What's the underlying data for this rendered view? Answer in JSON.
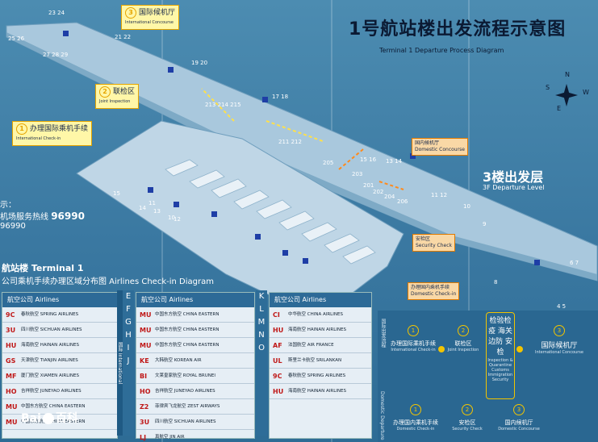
{
  "title": {
    "cn": "1号航站楼出发流程示意图",
    "en": "Terminal 1 Departure Process Diagram"
  },
  "level": {
    "cn": "3楼出发层",
    "en": "3F Departure Level"
  },
  "compass": {
    "north": "N",
    "south": "S",
    "east": "E",
    "west": "W"
  },
  "callouts": {
    "intl_concourse": {
      "num": "3",
      "cn": "国际候机厅",
      "en": "International Concourse"
    },
    "joint_inspection": {
      "num": "2",
      "cn": "联检区",
      "en": "Joint Inspection"
    },
    "intl_checkin": {
      "num": "1",
      "cn": "办理国际乘机手续",
      "en": "International Check-in"
    },
    "domestic_concourse": {
      "cn": "国内候机厅",
      "en": "Domestic Concourse"
    },
    "security": {
      "cn": "安检区",
      "en": "Security Check"
    },
    "domestic_checkin": {
      "cn": "办理国内乘机手续",
      "en": "Domestic Check-in"
    }
  },
  "gates": [
    "23 24",
    "25 26",
    "27 28 29",
    "21 22",
    "19 20",
    "17 18",
    "213 214 215",
    "211 212",
    "205",
    "203",
    "201",
    "202",
    "204",
    "206",
    "15 16",
    "13 14",
    "11 12",
    "10",
    "9",
    "8",
    "6 7",
    "4 5",
    "15",
    "14",
    "13",
    "12",
    "11",
    "10"
  ],
  "hotline": {
    "label": "机场服务热线",
    "number": "96990",
    "number2": "96990",
    "prefix": "示："
  },
  "checkin_diagram": {
    "title_cn": "航站楼  Terminal 1",
    "subtitle": "公司乘机手续办理区域分布图  Airlines Check-in Diagram"
  },
  "airlines_header": "航空公司 Airlines",
  "table1": [
    {
      "code": "9C",
      "name": "春秋航空 SPRING AIRLINES"
    },
    {
      "code": "3U",
      "name": "四川航空 SICHUAN AIRLINES"
    },
    {
      "code": "HU",
      "name": "海南航空 HAINAN AIRLINES"
    },
    {
      "code": "GS",
      "name": "天津航空 TIANJIN AIRLINES"
    },
    {
      "code": "MF",
      "name": "厦门航空 XIAMEN AIRLINES"
    },
    {
      "code": "HO",
      "name": "吉祥航空 JUNEYAO AIRLINES"
    },
    {
      "code": "MU",
      "name": "中国东方航空 CHINA EASTERN"
    },
    {
      "code": "MU",
      "name": "中国东方航空 CHINA EASTERN"
    }
  ],
  "table2": [
    {
      "code": "MU",
      "name": "中国东方航空 CHINA EASTERN"
    },
    {
      "code": "MU",
      "name": "中国东方航空 CHINA EASTERN"
    },
    {
      "code": "MU",
      "name": "中国东方航空 CHINA EASTERN"
    },
    {
      "code": "KE",
      "name": "大韩航空 KOREAN AIR"
    },
    {
      "code": "BI",
      "name": "文莱皇家航空 ROYAL BRUNEI"
    },
    {
      "code": "HO",
      "name": "吉祥航空 JUNEYAO AIRLINES"
    },
    {
      "code": "Z2",
      "name": "菲律宾飞龙航空 ZEST AIRWAYS"
    },
    {
      "code": "3U",
      "name": "四川航空 SICHUAN AIRLINES"
    },
    {
      "code": "LJ",
      "name": "真航空 JIN AIR"
    }
  ],
  "table3": [
    {
      "code": "CI",
      "name": "中华航空 CHINA AIRLINES"
    },
    {
      "code": "HU",
      "name": "海南航空 HAINAN AIRLINES"
    },
    {
      "code": "AF",
      "name": "法国航空 AIR FRANCE"
    },
    {
      "code": "UL",
      "name": "斯里兰卡航空 SRILANKAN"
    },
    {
      "code": "9C",
      "name": "春秋航空 SPRING AIRLINES"
    },
    {
      "code": "HU",
      "name": "海南航空 HAINAN AIRLINES"
    }
  ],
  "zones_left": [
    "E",
    "F",
    "G",
    "H",
    "I",
    "J"
  ],
  "zones_right": [
    "K",
    "L",
    "M",
    "N",
    "O"
  ],
  "intl_label": "国际 International",
  "process": {
    "step1": {
      "num": "1",
      "cn": "办理国际乘机手续",
      "en": "International Check-in"
    },
    "step2": {
      "num": "2",
      "cn": "联检区",
      "en": "Joint Inspection"
    },
    "step_box": {
      "cn": "检验检疫 海关 边防 安检",
      "en": "Inspection & Quarantine Customs Immigration Security"
    },
    "step3": {
      "num": "3",
      "cn": "国际候机厅",
      "en": "International Concourse"
    },
    "dom1": {
      "num": "1",
      "cn": "办理国内乘机手续",
      "en": "Domestic Check-in"
    },
    "dom2": {
      "num": "2",
      "cn": "安检区",
      "en": "Security Check"
    },
    "dom3": {
      "num": "3",
      "cn": "国内候机厅",
      "en": "Domestic Concourse"
    },
    "intl_side": "国际出发流程",
    "dom_side": "Domestic Departure"
  },
  "watermark": {
    "text1": "Bai",
    "text2": "百科"
  }
}
